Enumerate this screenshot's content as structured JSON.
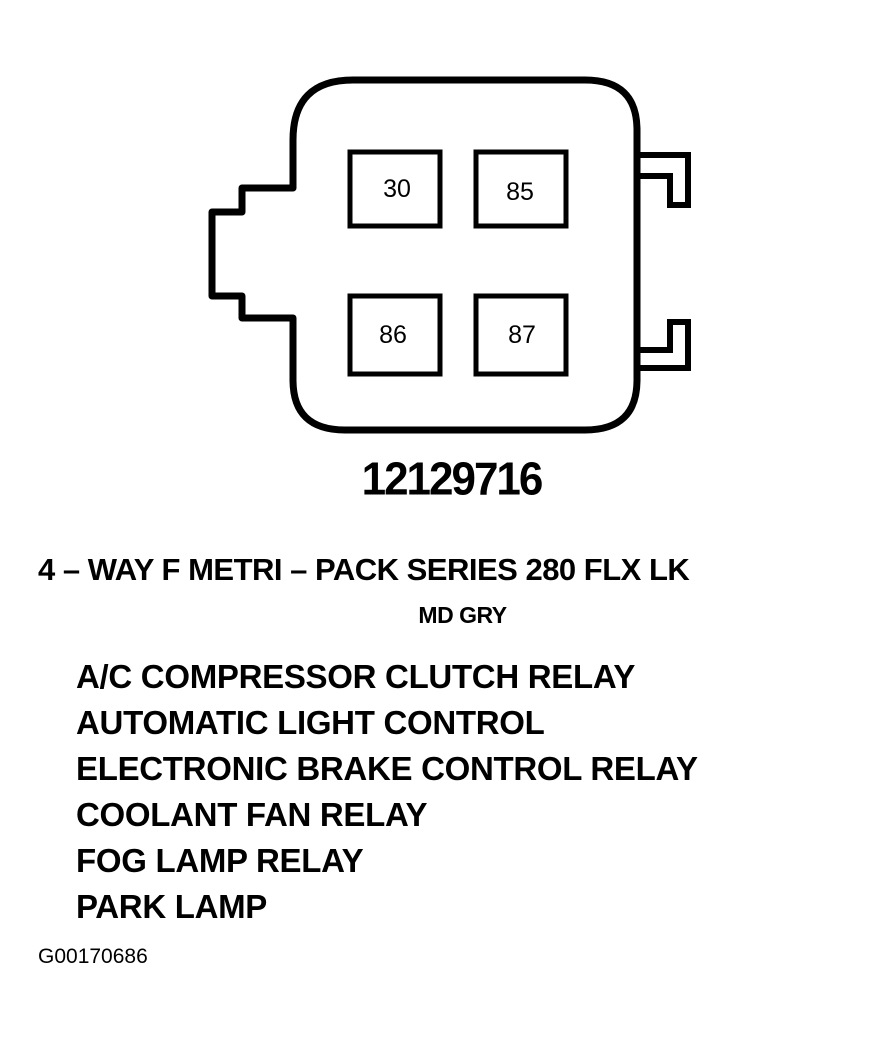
{
  "connector": {
    "pins": [
      {
        "label": "30"
      },
      {
        "label": "85"
      },
      {
        "label": "86"
      },
      {
        "label": "87"
      }
    ],
    "part_number": "12129716",
    "description": "4 – WAY F METRI – PACK SERIES 280 FLX LK",
    "color_code": "MD GRY"
  },
  "circuits": [
    "A/C COMPRESSOR CLUTCH RELAY",
    "AUTOMATIC LIGHT CONTROL",
    "ELECTRONIC BRAKE CONTROL RELAY",
    "COOLANT FAN RELAY",
    "FOG LAMP RELAY",
    "PARK LAMP"
  ],
  "figure_id": "G00170686",
  "colors": {
    "ink": "#000000",
    "background": "#ffffff"
  }
}
